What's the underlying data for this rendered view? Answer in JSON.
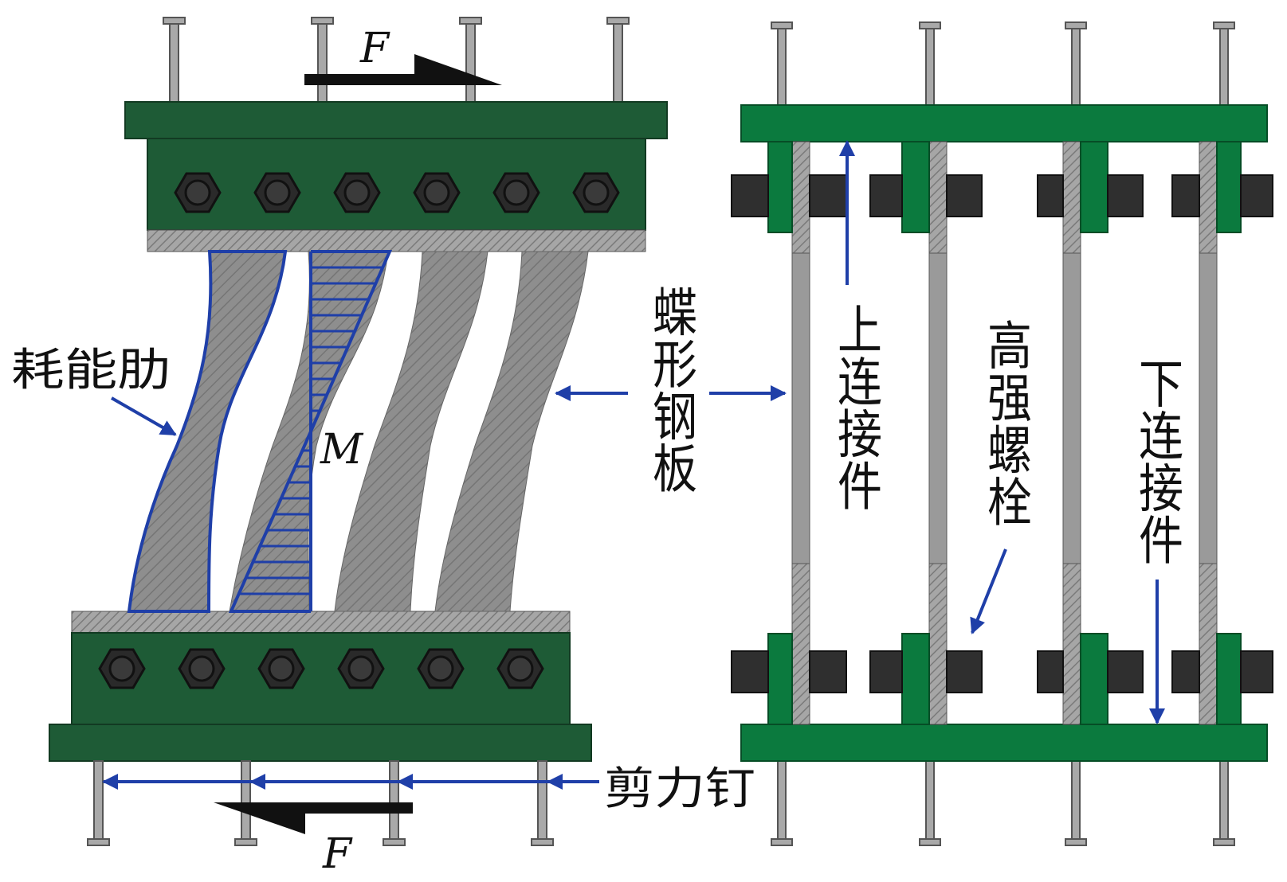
{
  "labels": {
    "rib": "耗能肋",
    "butterfly": "蝶形钢板",
    "upper": "上连接件",
    "bolt": "高强螺栓",
    "lower": "下连接件",
    "stud": "剪力钉",
    "force_top": "F",
    "force_bottom": "F",
    "moment": "M"
  },
  "colors": {
    "green_dark": "#1e5b36",
    "green_bright": "#0b7a3e",
    "steel": "#8f8f8f",
    "annot_blue": "#1f3fa8",
    "black": "#111111"
  },
  "icons": [
    "hex-bolt-icon",
    "shear-stud-icon",
    "force-arrow-icon"
  ]
}
